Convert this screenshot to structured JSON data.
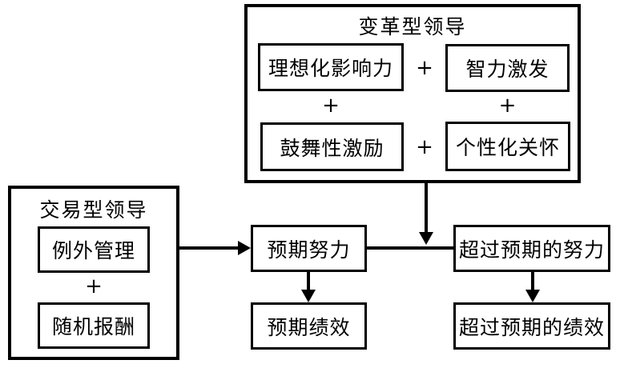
{
  "diagram": {
    "title_transformational": "变革型领导",
    "title_transactional": "交易型领导",
    "plus_symbol": "+",
    "transformational_components": [
      {
        "label": "理想化影响力"
      },
      {
        "label": "智力激发"
      },
      {
        "label": "鼓舞性激励"
      },
      {
        "label": "个性化关怀"
      }
    ],
    "transactional_components": [
      {
        "label": "例外管理"
      },
      {
        "label": "随机报酬"
      }
    ],
    "outcomes": [
      {
        "label": "预期努力"
      },
      {
        "label": "超过预期的努力"
      },
      {
        "label": "预期绩效"
      },
      {
        "label": "超过预期的绩效"
      }
    ],
    "colors": {
      "stroke": "#000000",
      "fill": "#ffffff",
      "text": "#000000"
    }
  }
}
